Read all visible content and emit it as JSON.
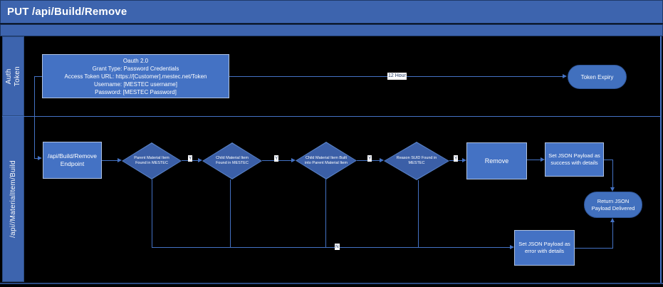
{
  "title": "PUT /api/Build/Remove",
  "lanes": [
    {
      "label": "Auth\nToken"
    },
    {
      "label": "/api//MaterialItem/Build"
    }
  ],
  "auth": {
    "oauth_lines": [
      "Oauth 2.0",
      "Grant Type: Password Credentials",
      "Access Token URL: https://[Customer].mestec.net/Token",
      "Username: [MESTEC username]",
      "Password: [MESTEC Password]"
    ],
    "expiry_duration_label": "12 Hour",
    "token_expiry_label": "Token Expiry"
  },
  "flow": {
    "endpoint_label": "/api/Build/Remove Endpoint",
    "decisions": [
      "Parent Material Item Found in MESTEC",
      "Child Material Item Found in MESTEC",
      "Child Material Item Built into Parent Material Item",
      "Reason SUID Found in MESTEC"
    ],
    "remove_label": "Remove",
    "success_label": "Set JSON Payload as success with details",
    "error_label": "Set JSON Payload as error with details",
    "return_label": "Return JSON Payload Delivered",
    "yes_label": "Y",
    "no_label": "N"
  },
  "colors": {
    "band_blue": "#3d64ae",
    "shape_fill": "#4472c4",
    "shape_border_light": "#afc2e2",
    "diamond_fill": "#3b5fa7",
    "stadium_border": "#2f5597",
    "connector": "#4472c4",
    "chip_text": "#1f3864",
    "background": "#000000"
  }
}
